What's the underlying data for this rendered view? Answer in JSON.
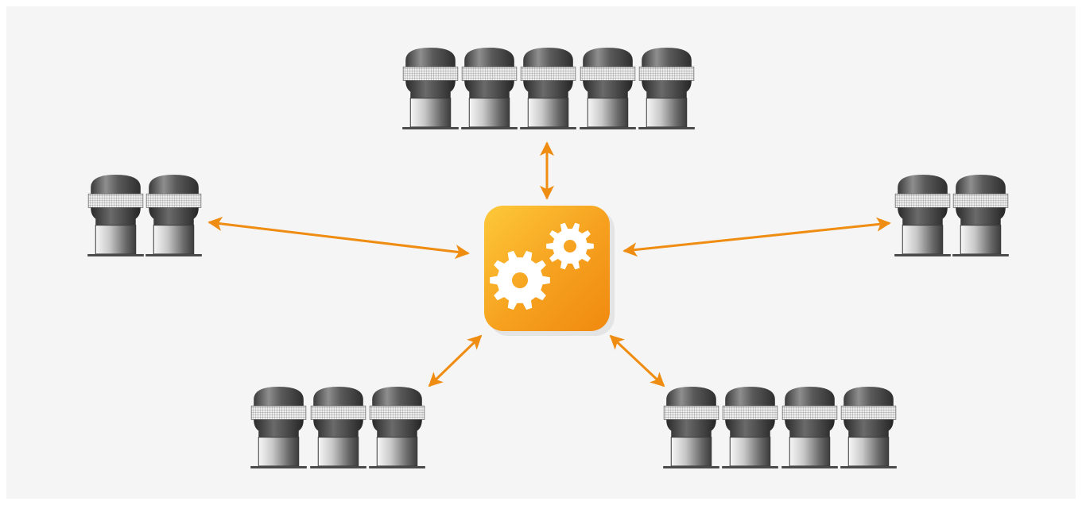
{
  "colors": {
    "background": "#f5f5f5",
    "arrow": "#ef8c12",
    "hub_light": "#fdc93a",
    "hub_dark": "#f08a10",
    "gear": "#ffffff"
  },
  "hub": {
    "icon": "gears-icon"
  },
  "groups": [
    {
      "id": "top",
      "fan_count": 5,
      "icon": "rooftop-fan-icon"
    },
    {
      "id": "left",
      "fan_count": 2,
      "icon": "rooftop-fan-icon"
    },
    {
      "id": "right",
      "fan_count": 2,
      "icon": "rooftop-fan-icon"
    },
    {
      "id": "bottom-left",
      "fan_count": 3,
      "icon": "rooftop-fan-icon"
    },
    {
      "id": "bottom-right",
      "fan_count": 4,
      "icon": "rooftop-fan-icon"
    }
  ],
  "connections": [
    {
      "from": "hub",
      "to": "top",
      "style": "double-arrow"
    },
    {
      "from": "hub",
      "to": "left",
      "style": "double-arrow"
    },
    {
      "from": "hub",
      "to": "right",
      "style": "double-arrow"
    },
    {
      "from": "hub",
      "to": "bottom-left",
      "style": "double-arrow"
    },
    {
      "from": "hub",
      "to": "bottom-right",
      "style": "double-arrow"
    }
  ]
}
